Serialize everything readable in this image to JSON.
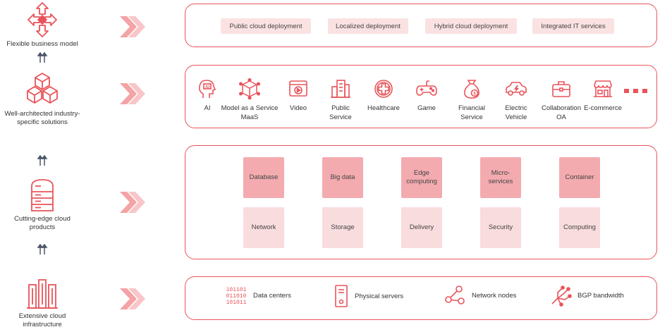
{
  "left": [
    {
      "label": "Flexible business model",
      "icon": "arrows-converge-icon"
    },
    {
      "label": "Well-architected industry-\nspecific solutions",
      "icon": "cubes-icon"
    },
    {
      "label": "Cutting-edge cloud\nproducts",
      "icon": "server-stack-icon"
    },
    {
      "label": "Extensive cloud\ninfrastructure",
      "icon": "buildings-icon"
    }
  ],
  "business_models": [
    "Public cloud deployment",
    "Localized deployment",
    "Hybrid cloud deployment",
    "Integrated IT services"
  ],
  "solutions": [
    {
      "label": "AI",
      "icon": "ai-head-icon"
    },
    {
      "label": "Model as a Service\nMaaS",
      "icon": "cube-network-icon"
    },
    {
      "label": "Video",
      "icon": "video-play-icon"
    },
    {
      "label": "Public\nService",
      "icon": "city-building-icon"
    },
    {
      "label": "Healthcare",
      "icon": "medical-cross-icon"
    },
    {
      "label": "Game",
      "icon": "gamepad-icon"
    },
    {
      "label": "Financial\nService",
      "icon": "money-bag-icon"
    },
    {
      "label": "Electric\nVehicle",
      "icon": "electric-car-icon"
    },
    {
      "label": "Collaboration\nOA",
      "icon": "briefcase-icon"
    },
    {
      "label": "E-commerce",
      "icon": "storefront-icon"
    }
  ],
  "products_top": [
    "Database",
    "Big data",
    "Edge\ncomputing",
    "Micro-\nservices",
    "Container"
  ],
  "products_bottom": [
    "Network",
    "Storage",
    "Delivery",
    "Security",
    "Computing"
  ],
  "infrastructure": [
    {
      "label": "Data centers",
      "icon": "binary-code-icon",
      "binary": [
        "101101",
        "011010",
        "101011"
      ]
    },
    {
      "label": "Physical servers",
      "icon": "server-tower-icon"
    },
    {
      "label": "Network nodes",
      "icon": "network-nodes-icon"
    },
    {
      "label": "BGP bandwidth",
      "icon": "bandwidth-circuit-icon"
    }
  ],
  "colors": {
    "accent": "#e8545a",
    "pill": "#fbe2e2",
    "box_dark": "#f3abaf",
    "box_light": "#f9dcdd",
    "chevron": "#f4a3a6"
  }
}
